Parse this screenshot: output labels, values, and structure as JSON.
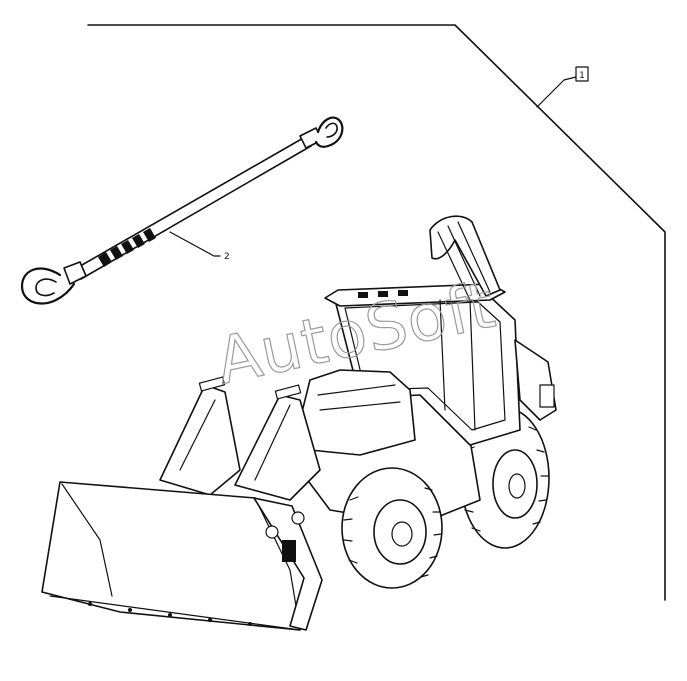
{
  "diagram": {
    "watermark": "AutoSoft",
    "callouts": [
      {
        "id": "kit",
        "label": "1"
      },
      {
        "id": "strap",
        "label": "2"
      }
    ]
  }
}
